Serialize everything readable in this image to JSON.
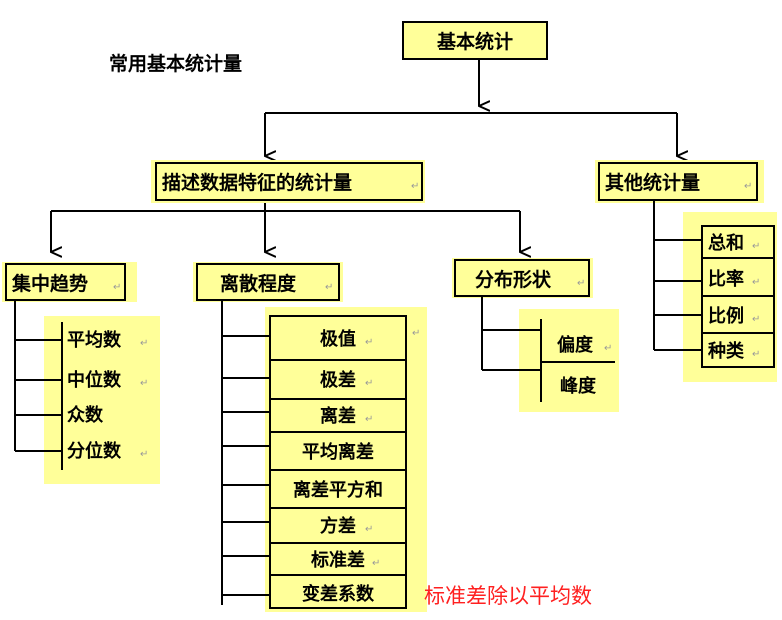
{
  "title": "常用基本统计量",
  "root": "基本统计",
  "level1": {
    "descriptive": "描述数据特征的统计量",
    "other": "其他统计量"
  },
  "level2": {
    "central": "集中趋势",
    "dispersion": "离散程度",
    "shape": "分布形状"
  },
  "central_items": [
    "平均数",
    "中位数",
    "众数",
    "分位数"
  ],
  "dispersion_items": [
    "极值",
    "极差",
    "离差",
    "平均离差",
    "离差平方和",
    "方差",
    "标准差",
    "变差系数"
  ],
  "shape_items": [
    "偏度",
    "峰度"
  ],
  "other_items": [
    "总和",
    "比率",
    "比例",
    "种类"
  ],
  "annotation": "标准差除以平均数",
  "colors": {
    "box_fill": "#ffff99",
    "panel_fill": "#ffff99",
    "annotation": "#ff2020"
  }
}
